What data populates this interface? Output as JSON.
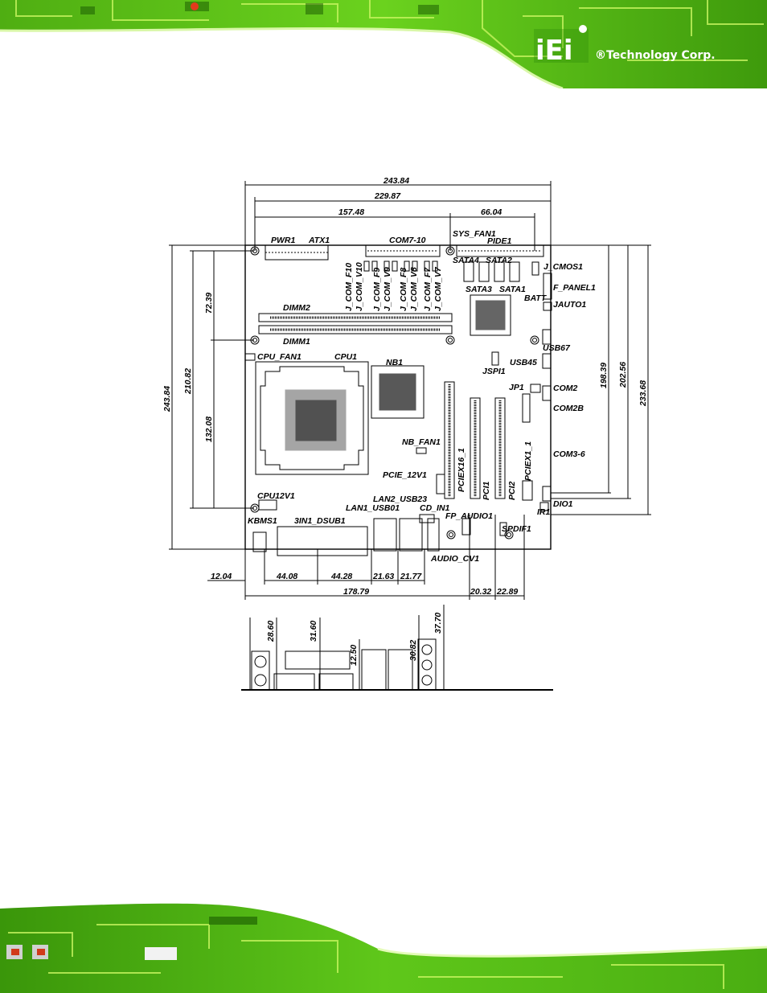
{
  "brand": {
    "logo_text": "iEi",
    "company": "®Technology Corp."
  },
  "colors": {
    "pcb_green": "#5fc71a",
    "pcb_dark": "#2f7d08",
    "trace_light": "#c8f560",
    "ink": "#000000"
  },
  "diagram": {
    "dimensions": {
      "total_width": "243.84",
      "width_229": "229.87",
      "width_157": "157.48",
      "width_66": "66.04",
      "height_total_left": "243.84",
      "height_210": "210.82",
      "height_72": "72.39",
      "height_132": "132.08",
      "height_198": "198.39",
      "height_202": "202.56",
      "height_233": "233.68",
      "bottom_12": "12.04",
      "bottom_44a": "44.08",
      "bottom_44b": "44.28",
      "bottom_21a": "21.63",
      "bottom_21b": "21.77",
      "bottom_178": "178.79",
      "bottom_20": "20.32",
      "bottom_22": "22.89",
      "io_28": "28.60",
      "io_31": "31.60",
      "io_12": "12.50",
      "io_30": "30.82",
      "io_37": "37.70"
    },
    "labels": {
      "pwr1": "PWR1",
      "atx1": "ATX1",
      "com7_10": "COM7-10",
      "sys_fan1": "SYS_FAN1",
      "pide1": "PIDE1",
      "sata4": "SATA4",
      "sata2": "SATA2",
      "sata3": "SATA3",
      "sata1": "SATA1",
      "j_cmos1": "J_CMOS1",
      "f_panel1": "F_PANEL1",
      "batt": "BATT",
      "jauto1": "JAUTO1",
      "j_com_f10": "J_COM_F10",
      "j_com_v10": "J_COM_V10",
      "j_com_f9": "J_COM_F9",
      "j_com_v9": "J_COM_V9",
      "j_com_f8": "J_COM_F8",
      "j_com_v8": "J_COM_V8",
      "j_com_f7": "J_COM_F7",
      "j_com_v7": "J_COM_V7",
      "dimm2": "DIMM2",
      "dimm1": "DIMM1",
      "usb67": "USB67",
      "cpu_fan1": "CPU_FAN1",
      "cpu1": "CPU1",
      "nb1": "NB1",
      "usb45": "USB45",
      "jspi1": "JSPI1",
      "jp1": "JP1",
      "com2": "COM2",
      "com2b": "COM2B",
      "nb_fan1": "NB_FAN1",
      "pciex16_1": "PCIEX16_1",
      "pciex1_1": "PCIEX1_1",
      "com3_6": "COM3-6",
      "pcie_12v1": "PCIE_12V1",
      "cpu12v1": "CPU12V1",
      "lan2_usb23": "LAN2_USB23",
      "lan1_usb01": "LAN1_USB01",
      "cd_in1": "CD_IN1",
      "pci1": "PCI1",
      "pci2": "PCI2",
      "dio1": "DIO1",
      "ir1": "IR1",
      "kbms1": "KBMS1",
      "3in1_dsub1": "3IN1_DSUB1",
      "fp_audio1": "FP_AUDIO1",
      "spdif1": "SPDIF1",
      "audio_cv1": "AUDIO_CV1"
    }
  }
}
